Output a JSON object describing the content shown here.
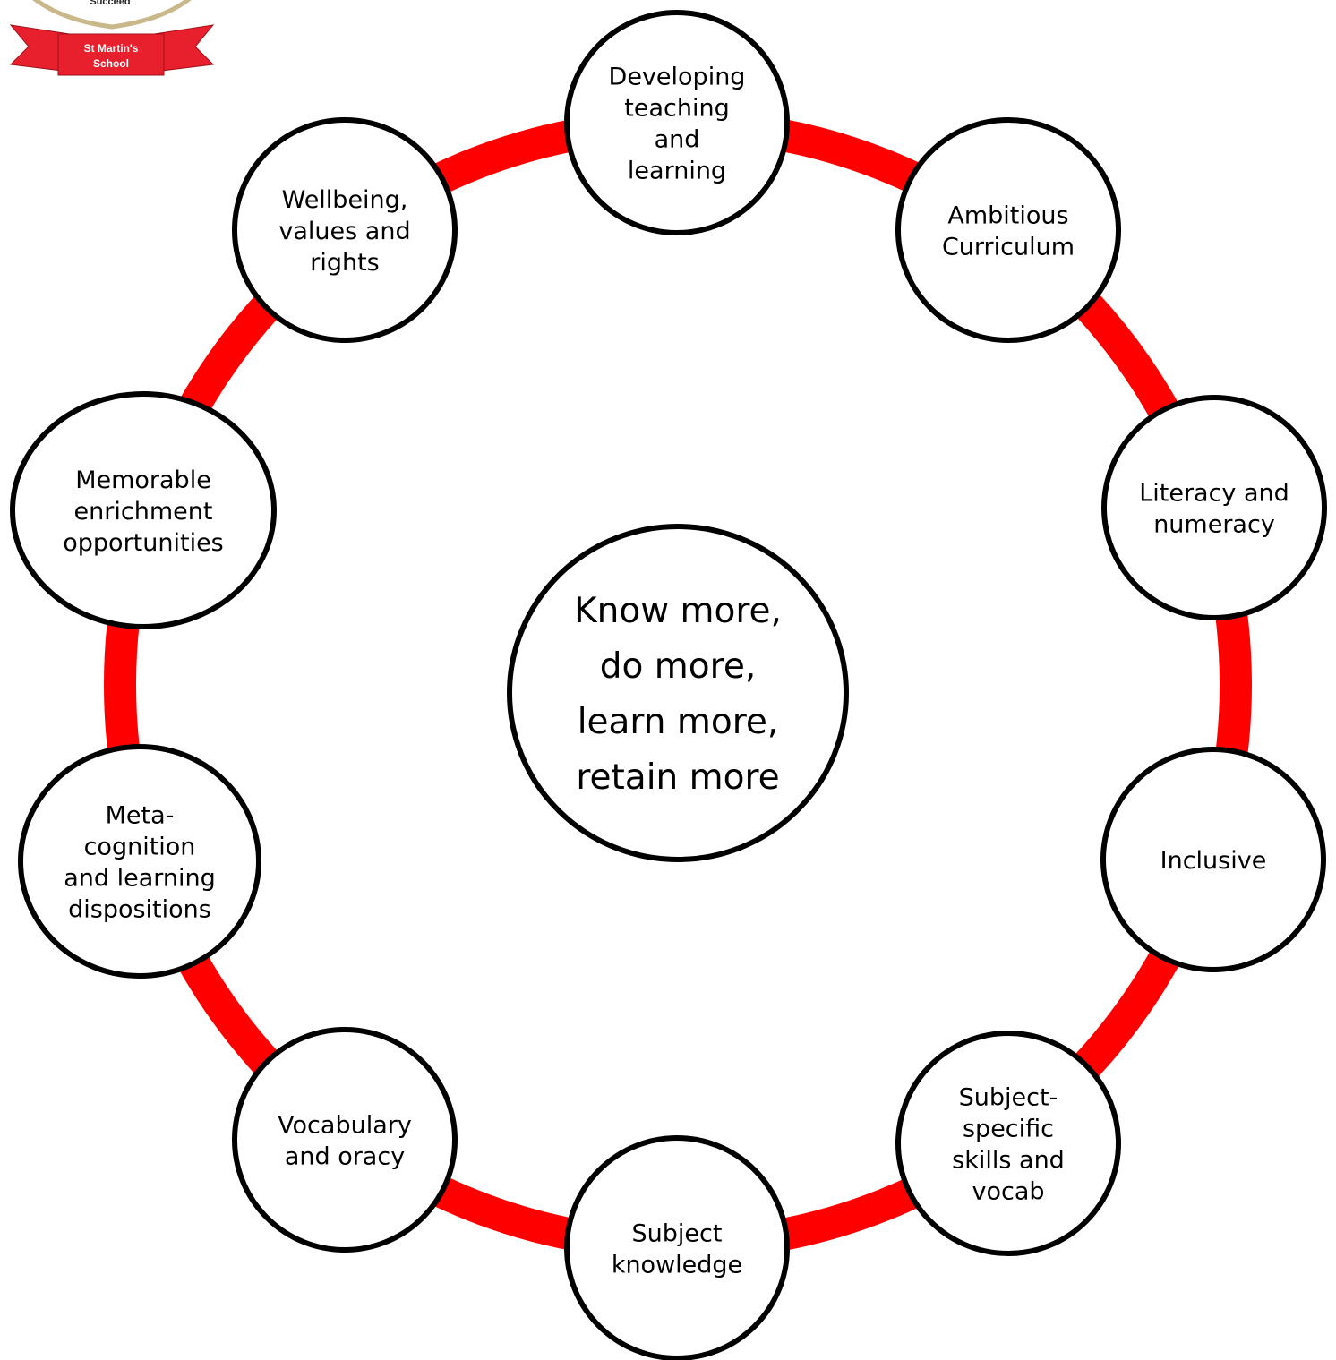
{
  "colors": {
    "ring": "#ff0000",
    "outline": "#000000",
    "banner": "#e8202e",
    "crest_border": "#c8b88a"
  },
  "logo": {
    "motto": "Succeed",
    "school_name_line1": "St Martin's",
    "school_name_line2": "School"
  },
  "center": {
    "lines": [
      "Know more,",
      "do more,",
      "learn more,",
      "retain more"
    ]
  },
  "nodes": [
    {
      "id": "developing-teaching",
      "lines": [
        "Developing",
        "teaching",
        "and",
        "learning"
      ]
    },
    {
      "id": "ambitious-curriculum",
      "lines": [
        "Ambitious",
        "Curriculum"
      ]
    },
    {
      "id": "literacy-numeracy",
      "lines": [
        "Literacy and",
        "numeracy"
      ]
    },
    {
      "id": "inclusive",
      "lines": [
        "Inclusive"
      ]
    },
    {
      "id": "subject-specific-skills",
      "lines": [
        "Subject-",
        "specific",
        "skills and",
        "vocab"
      ]
    },
    {
      "id": "subject-knowledge",
      "lines": [
        "Subject",
        "knowledge"
      ]
    },
    {
      "id": "vocabulary-oracy",
      "lines": [
        "Vocabulary",
        "and oracy"
      ]
    },
    {
      "id": "metacognition",
      "lines": [
        "Meta-",
        "cognition",
        "and learning",
        "dispositions"
      ]
    },
    {
      "id": "memorable-enrichment",
      "lines": [
        "Memorable",
        "enrichment",
        "opportunities"
      ]
    },
    {
      "id": "wellbeing-values",
      "lines": [
        "Wellbeing,",
        "values and",
        "rights"
      ]
    }
  ]
}
